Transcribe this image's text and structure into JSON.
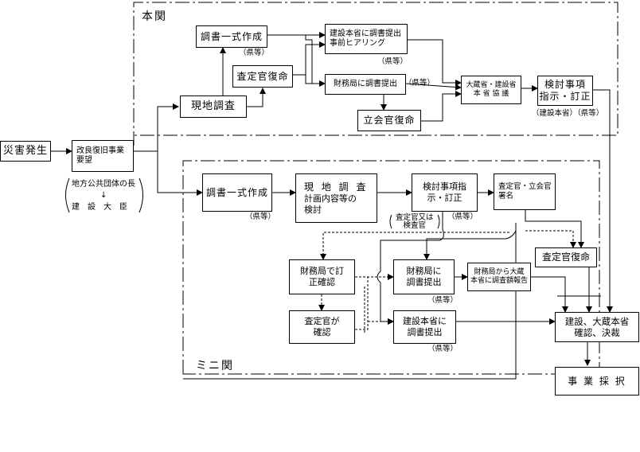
{
  "regions": {
    "honkan": "本関",
    "minikan": "ミニ関"
  },
  "boxes": {
    "disaster": "災害発生",
    "kairyo": [
      "改良復旧事業",
      "要望"
    ],
    "chosho_a": "調書一式作成",
    "satei_a": "査定官復命",
    "genchi_a": "現地調査",
    "kensetsu_teishutsu_a": [
      "建設本省に調書提出",
      "事前ヒアリング"
    ],
    "zaimu_teishutsu_a": "財務局に調書提出",
    "tachiai_a": "立会官復命",
    "kyogi": [
      "大蔵省・建設省",
      "本 省 協 議"
    ],
    "kento_a": [
      "検討事項",
      "指示・訂正"
    ],
    "chosho_b": "調書一式作成",
    "genchi_b": [
      "現 地 調 査",
      "計画内容等の",
      "検討"
    ],
    "kento_b": [
      "検討事項指",
      "示・訂正"
    ],
    "shomei": [
      "査定官・立会官",
      "署名"
    ],
    "satei_b": "査定官復命",
    "zaimu_teisei": [
      "財務局で訂",
      "正確認"
    ],
    "zaimu_teishutsu_b": [
      "財務局に",
      "調書提出"
    ],
    "zaimu_hokoku": [
      "財務局から大蔵",
      "本省に調査額報告"
    ],
    "satei_kakunin": [
      "査定官が",
      "確認"
    ],
    "kensetsu_teishutsu_b": [
      "建設本省に",
      "調書提出"
    ],
    "kessai": [
      "建設、大蔵本省",
      "確認、決裁"
    ],
    "saitaku": "事 業 採 択"
  },
  "labels": {
    "ken1": "（県等）",
    "ken2": "（県等）",
    "ken3": "（県等）",
    "ken_kento": "（建設本省）（県等）",
    "ken4": "（県等）",
    "ken5": "（県等）",
    "ken6": "（県等）",
    "ken7": "（県等）",
    "satei_kensa": [
      "査定官又は",
      "検査官"
    ],
    "chiho": "地方公共団体の長",
    "arrow_down": "↓",
    "kensetsu_daijin": "建　設　大　臣"
  },
  "colors": {
    "line": "#000000",
    "background": "#ffffff"
  }
}
